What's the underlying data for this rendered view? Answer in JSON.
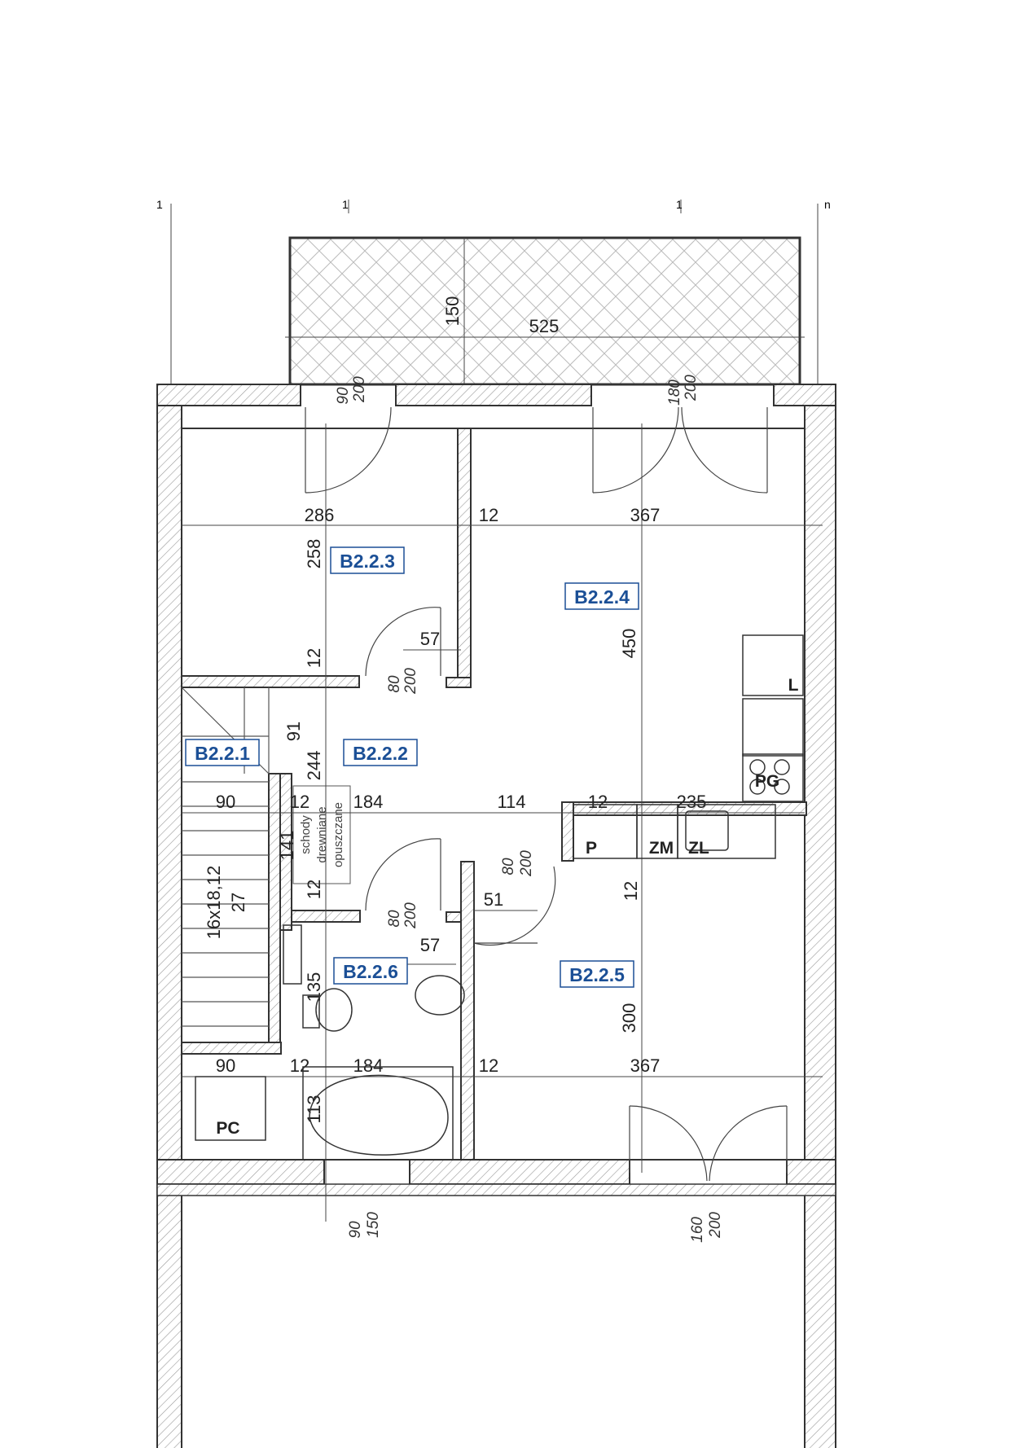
{
  "colors": {
    "room_label": "#1b4f96",
    "wall_line": "#333333",
    "hatch": "#9a9a9a",
    "background": "#ffffff"
  },
  "rooms": [
    {
      "id": "B2.2.3"
    },
    {
      "id": "B2.2.4"
    },
    {
      "id": "B2.2.1"
    },
    {
      "id": "B2.2.2"
    },
    {
      "id": "B2.2.6"
    },
    {
      "id": "B2.2.5"
    }
  ],
  "dimensions": {
    "balcony_width": "525",
    "balcony_depth": "150",
    "room_b223_width": "286",
    "wall_top_mid": "12",
    "room_b224_width": "367",
    "room_b223_depth": "258",
    "wall_b223_bottom": "12",
    "door_b223_offset": "57",
    "room_b224_depth": "450",
    "stair_landing": "91",
    "hall_depth": "244",
    "stair_width": "90",
    "wall_stair": "12",
    "hall_width": "184",
    "kitchen_offset": "114",
    "wall_kitchen": "12",
    "kitchen_width": "235",
    "stair_wall_depth": "141",
    "wall_bath_top": "12",
    "wall_b225_top": "12",
    "door_b225_offset": "51",
    "door_b226_offset": "57",
    "bath_depth_upper": "135",
    "room_b225_depth": "300",
    "bottom_left_width": "90",
    "bottom_wall_1": "12",
    "bath_width": "184",
    "bottom_wall_2": "12",
    "room_b225_width": "367",
    "bath_depth_lower": "113",
    "stair_steps": "16x18,12",
    "stair_tread": "27"
  },
  "doors": {
    "d1_width": "90",
    "d1_height": "200",
    "d2_width": "180",
    "d2_height": "200",
    "d3_width": "80",
    "d3_height": "200",
    "d4_width": "80",
    "d4_height": "200",
    "d5_width": "80",
    "d5_height": "200",
    "w1_width": "90",
    "w1_height": "150",
    "d6_width": "160",
    "d6_height": "200"
  },
  "stair_note": {
    "line1": "schody",
    "line2": "drewniane",
    "line3": "opuszczane"
  },
  "fixtures": {
    "fridge": "L",
    "stove": "PG",
    "pantry": "P",
    "dishwasher": "ZM",
    "sink": "ZL",
    "boiler": "PC"
  },
  "grid_marks": [
    "1",
    "1",
    "1",
    "n"
  ]
}
